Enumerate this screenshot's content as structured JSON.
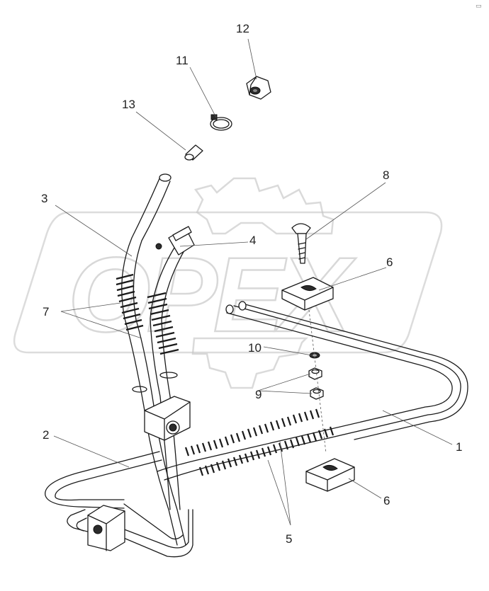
{
  "watermark": {
    "text": "OPEX",
    "gear_color": "#cfcfcf"
  },
  "corner_mark": "▭",
  "callouts": [
    {
      "id": "1",
      "label": "1"
    },
    {
      "id": "2",
      "label": "2"
    },
    {
      "id": "3",
      "label": "3"
    },
    {
      "id": "4",
      "label": "4"
    },
    {
      "id": "5",
      "label": "5"
    },
    {
      "id": "6a",
      "label": "6"
    },
    {
      "id": "6b",
      "label": "6"
    },
    {
      "id": "7",
      "label": "7"
    },
    {
      "id": "8",
      "label": "8"
    },
    {
      "id": "9",
      "label": "9"
    },
    {
      "id": "10",
      "label": "10"
    },
    {
      "id": "11",
      "label": "11"
    },
    {
      "id": "12",
      "label": "12"
    },
    {
      "id": "13",
      "label": "13"
    }
  ]
}
